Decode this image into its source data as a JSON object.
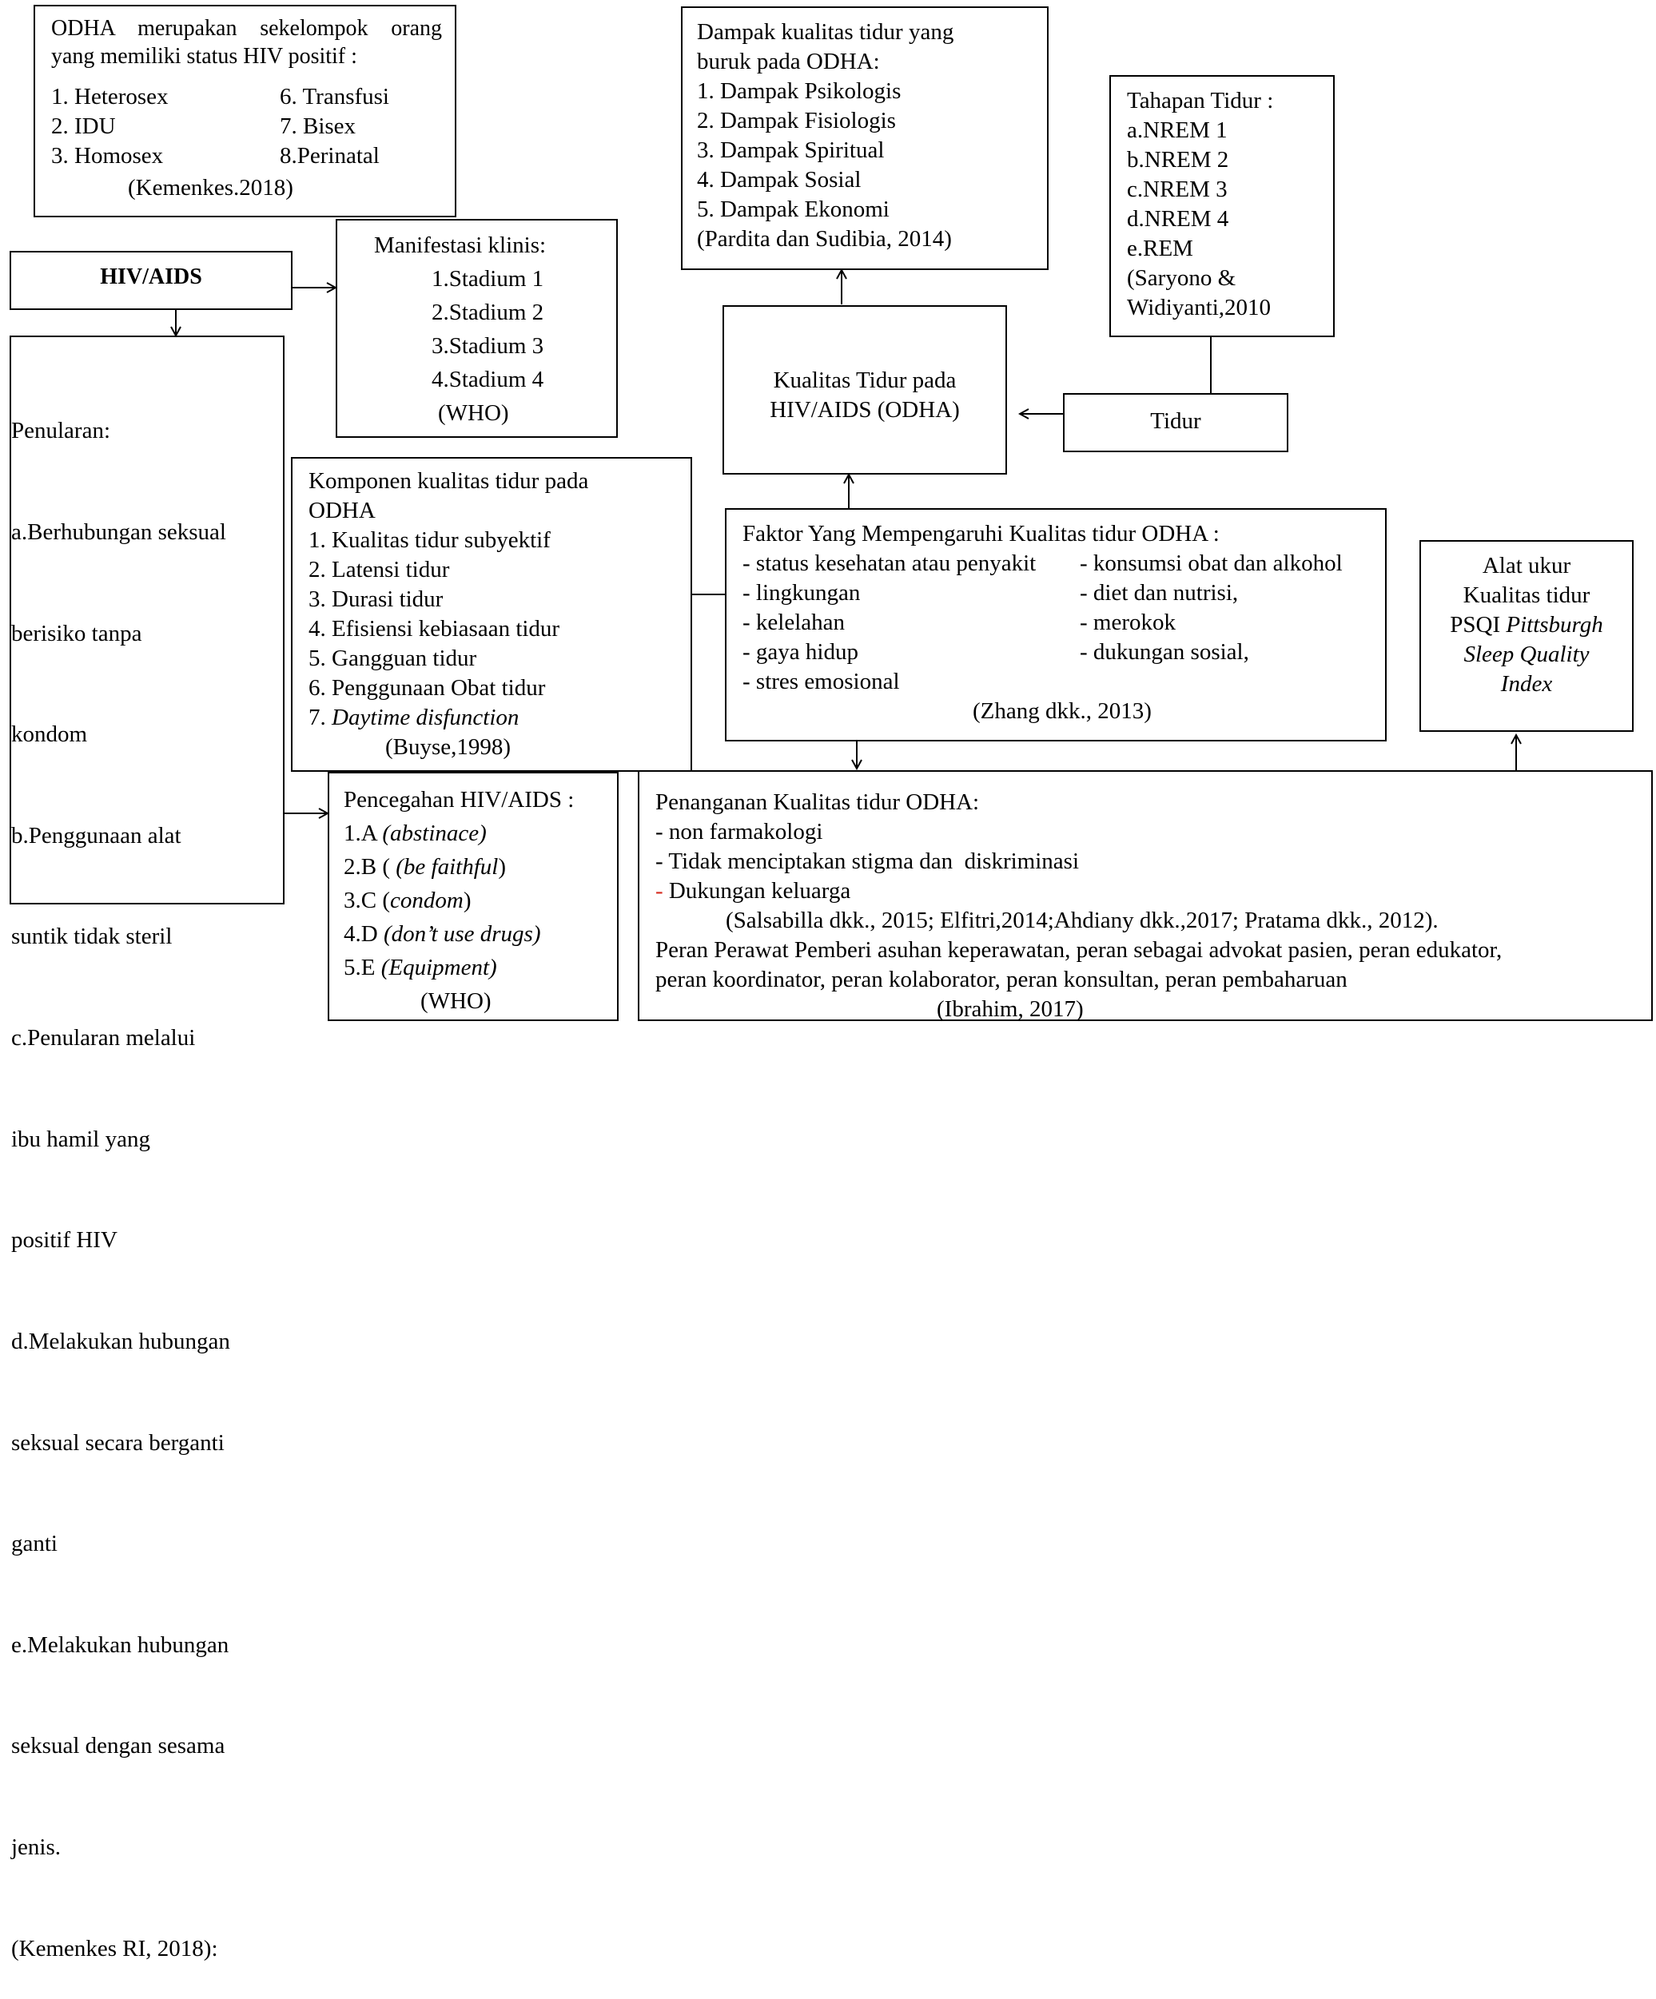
{
  "odha_def": {
    "intro": [
      "ODHA merupakan  sekelompok orang",
      "yang memiliki status HIV positif :"
    ],
    "groups": [
      [
        "1.  Heterosex",
        "6. Transfusi"
      ],
      [
        "2.  IDU",
        "7. Bisex"
      ],
      [
        "3.  Homosex",
        "8.Perinatal"
      ]
    ],
    "source": "(Kemenkes.2018)"
  },
  "hiv": {
    "label": "HIV/AIDS"
  },
  "manifestasi": {
    "title": "Manifestasi klinis:",
    "items": [
      "1.Stadium 1",
      "2.Stadium 2",
      "3.Stadium 3",
      "4.Stadium 4"
    ],
    "source": "(WHO)"
  },
  "penularan": {
    "lines": [
      "Penularan:",
      "a.Berhubungan seksual",
      "  berisiko tanpa",
      "  kondom",
      "b.Penggunaan alat",
      "  suntik tidak steril",
      "c.Penularan melalui",
      "  ibu hamil yang",
      "  positif HIV",
      "d.Melakukan  hubungan",
      "  seksual secara berganti",
      "  ganti",
      "e.Melakukan  hubungan",
      "  seksual dengan sesama",
      "  jenis.",
      "(Kemenkes  RI,  2018):"
    ]
  },
  "komponen": {
    "title": [
      "Komponen kualitas tidur pada",
      "ODHA"
    ],
    "items": [
      "1. Kualitas tidur subyektif",
      "2. Latensi tidur",
      "3. Durasi tidur",
      "4. Efisiensi kebiasaan tidur",
      "5. Gangguan tidur",
      "6. Penggunaan Obat tidur"
    ],
    "item7_num": "7. ",
    "item7_text": "Daytime disfunction",
    "source": "(Buyse,1998)"
  },
  "pencegahan": {
    "title": "Pencegahan HIV/AIDS :",
    "items": [
      {
        "prefix": "1.A ",
        "text": "(abstinace)",
        "suffix": ""
      },
      {
        "prefix": "2.B ( ",
        "text": "(be faithful",
        "suffix": ")"
      },
      {
        "prefix": "3.C (",
        "text": "condom",
        "suffix": ")"
      },
      {
        "prefix": "4.D ",
        "text": "(don’t use drugs)",
        "suffix": ""
      },
      {
        "prefix": "5.E ",
        "text": "(Equipment)",
        "suffix": ""
      }
    ],
    "source": "(WHO)"
  },
  "dampak": {
    "title": [
      "Dampak kualitas tidur yang",
      "buruk pada ODHA:"
    ],
    "items": [
      "1. Dampak Psikologis",
      "2. Dampak Fisiologis",
      "3. Dampak Spiritual",
      "4. Dampak Sosial",
      "5. Dampak Ekonomi"
    ],
    "source": "(Pardita dan Sudibia, 2014)"
  },
  "tahapan": {
    "title": "Tahapan Tidur :",
    "items": [
      "a.NREM 1",
      "b.NREM 2",
      "c.NREM 3",
      "d.NREM 4",
      "e.REM"
    ],
    "source": [
      "(Saryono &",
      "Widiyanti,2010"
    ]
  },
  "kualitas": {
    "lines": [
      "Kualitas Tidur pada",
      "HIV/AIDS (ODHA)"
    ]
  },
  "tidur": {
    "label": "Tidur"
  },
  "faktor": {
    "title": "Faktor Yang Mempengaruhi Kualitas tidur ODHA :",
    "left": [
      "- status kesehatan atau penyakit",
      "- lingkungan",
      "- kelelahan",
      "- gaya hidup",
      "- stres emosional"
    ],
    "right": [
      "- konsumsi obat dan alkohol",
      "- diet dan nutrisi,",
      "- merokok",
      "- dukungan sosial,"
    ],
    "source": "(Zhang dkk., 2013)"
  },
  "alat": {
    "lines": [
      "Alat ukur",
      "Kualitas tidur"
    ],
    "psqi_prefix": "PSQI ",
    "psqi_italic": "Pittsburgh",
    "italic_lines": [
      "Sleep Quality",
      "Index"
    ]
  },
  "penanganan": {
    "title": "Penanganan Kualitas tidur ODHA:",
    "items": [
      "- non farmakologi",
      "- Tidak menciptakan stigma dan  diskriminasi"
    ],
    "last_dash": "-",
    "last_text": " Dukungan keluarga",
    "dash_color": "#d62b1f",
    "citation": "(Salsabilla dkk., 2015; Elfitri,2014;Ahdiany dkk.,2017; Pratama dkk., 2012).",
    "peran": [
      "Peran Perawat Pemberi asuhan keperawatan, peran sebagai advokat pasien, peran edukator,",
      "peran koordinator, peran kolaborator, peran konsultan, peran pembaharuan"
    ],
    "source": "(Ibrahim, 2017)"
  }
}
